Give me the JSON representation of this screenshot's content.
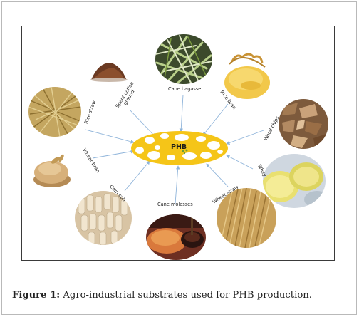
{
  "center": {
    "label": "PHB",
    "color": "#f5c518"
  },
  "arrow_color": "#8fb4da",
  "substrates": [
    {
      "key": "spent-coffee-ground",
      "label": "Spent coffee\nground"
    },
    {
      "key": "cane-bagasse",
      "label": "Cane bagasse"
    },
    {
      "key": "rice-bran",
      "label": "Rice bran"
    },
    {
      "key": "wood-chips",
      "label": "Wood chips"
    },
    {
      "key": "whey",
      "label": "Whey"
    },
    {
      "key": "wheat-straw",
      "label": "Wheat straw"
    },
    {
      "key": "cane-molasses",
      "label": "Cane molasses"
    },
    {
      "key": "corn-cob",
      "label": "Corn cob"
    },
    {
      "key": "wheat-bran",
      "label": "Wheat bran"
    },
    {
      "key": "rice-straw",
      "label": "Rice straw"
    }
  ],
  "caption": {
    "prefix": "Figure 1:",
    "text": " Agro-industrial substrates used for PHB production."
  }
}
